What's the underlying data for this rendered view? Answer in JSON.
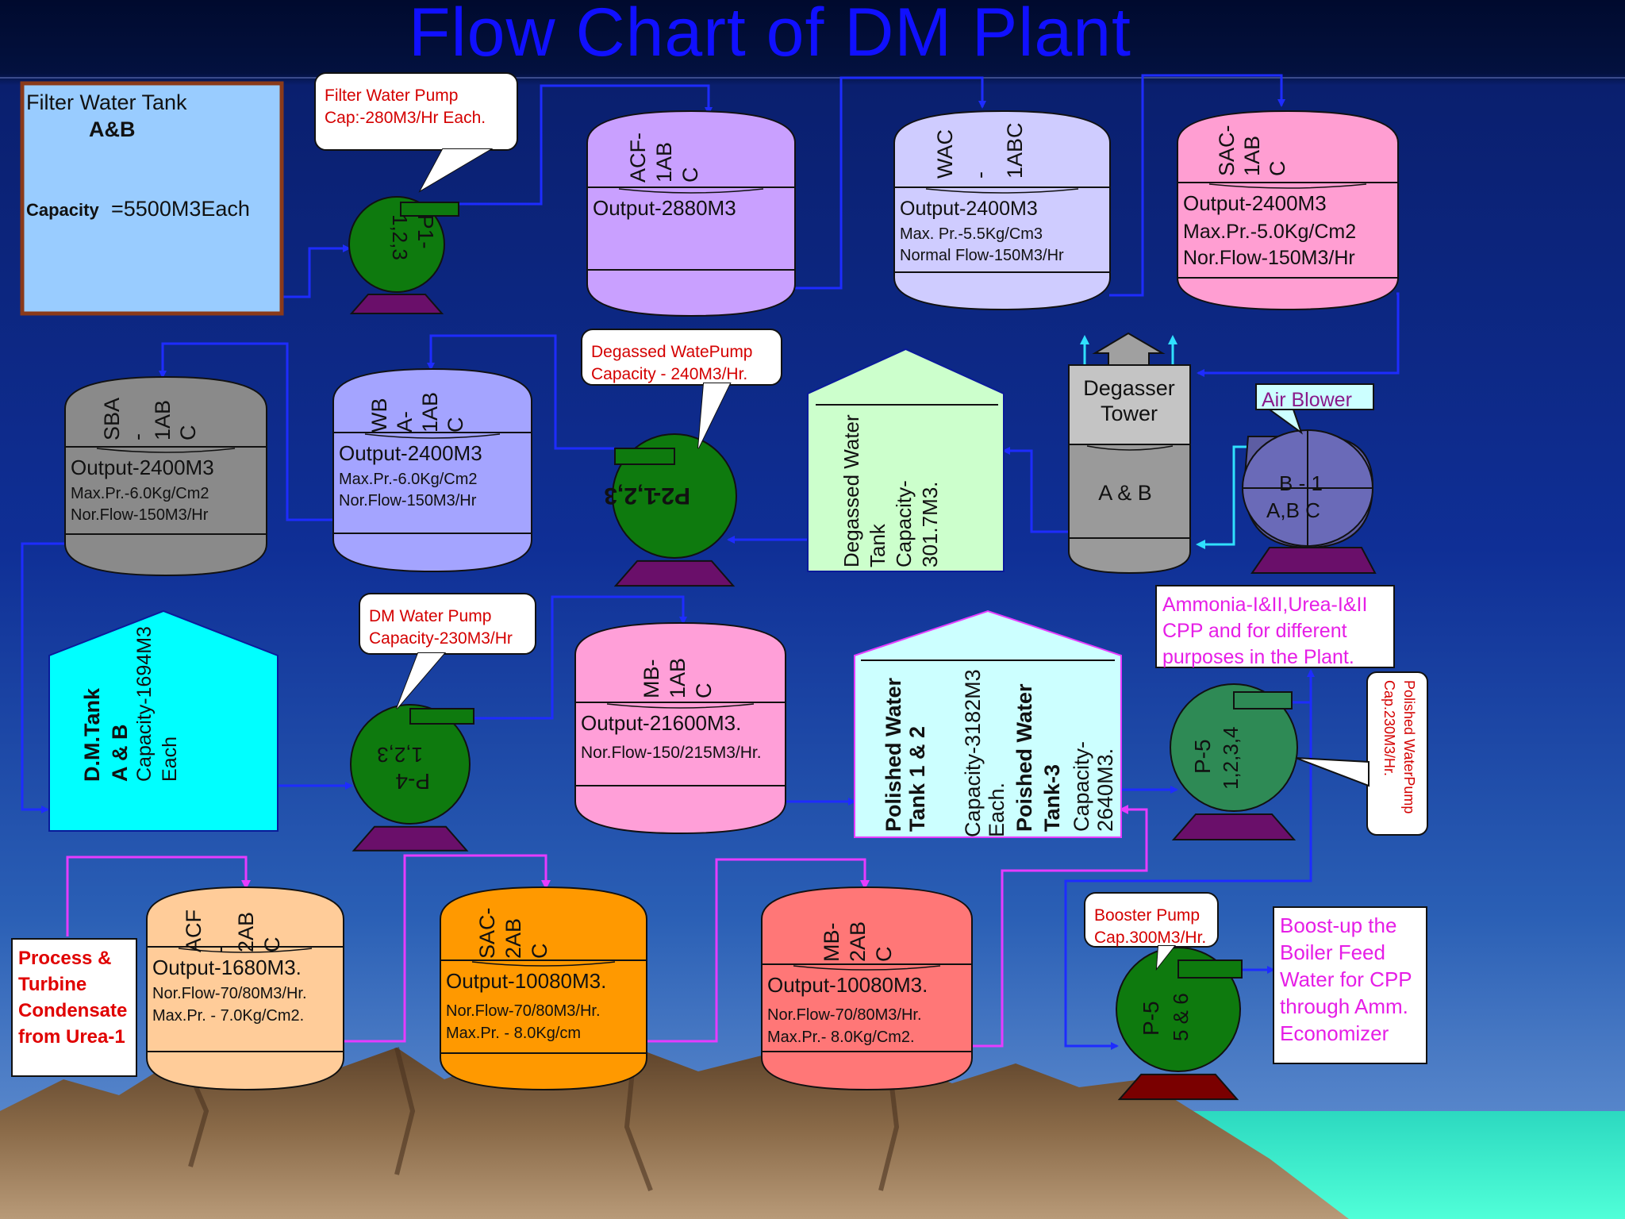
{
  "title": "Flow Chart of DM Plant",
  "colors": {
    "background_top": "#000a33",
    "background_mid": "#0d2b8a",
    "background_bottom": "#4f82c4",
    "title": "#1010ff",
    "flow_line": "#1e2cff",
    "condensate_line": "#e63cff",
    "air_line": "#30e0ff",
    "pump_body": "#0e7a0e",
    "pump_base": "#6a0f6a",
    "callout_text": "#d40000",
    "magenta_note": "#e61ee6",
    "mountain": "#7a5a3a",
    "sea": "#39f0cc"
  },
  "filter_tank": {
    "label": "Filter Water Tank",
    "sub": "A&B",
    "capacity_key": "Capacity",
    "capacity_val": "=5500M3Each",
    "icon": "rectangle-tank"
  },
  "callouts": {
    "filter_pump": [
      "Filter Water Pump",
      "Cap:-280M3/Hr Each."
    ],
    "degassed_pump": [
      "Degassed WatePump",
      "Capacity - 240M3/Hr."
    ],
    "dm_pump": [
      "DM Water Pump",
      "Capacity-230M3/Hr"
    ],
    "booster_pump": [
      "Booster Pump",
      "Cap.300M3/Hr."
    ],
    "air_blower": [
      "Air Blower"
    ],
    "polished_pump": [
      "Polished WaterPump",
      "Cap.230M3/Hr."
    ]
  },
  "pumps": {
    "p1": {
      "label": [
        "P1-",
        "1,2,3"
      ],
      "icon": "centrifugal-pump-icon"
    },
    "p2": {
      "label": [
        "P2-",
        "1,2,3"
      ],
      "icon": "centrifugal-pump-icon"
    },
    "p4": {
      "label": [
        "P-4",
        "1,2,3"
      ],
      "icon": "centrifugal-pump-icon"
    },
    "p5a": {
      "label": [
        "P-5",
        "1,2,3,4"
      ],
      "icon": "centrifugal-pump-icon"
    },
    "p5b": {
      "label": [
        "P-5",
        "5 & 6"
      ],
      "icon": "centrifugal-pump-icon"
    }
  },
  "blower": {
    "label": [
      "B - 1",
      "A,B C"
    ],
    "icon": "blower-icon"
  },
  "vessels": {
    "acf1": {
      "name": [
        "ACF-",
        "1AB",
        "C"
      ],
      "lines": [
        "Output-2880M3"
      ]
    },
    "wac": {
      "name": [
        "WAC",
        "-",
        "1ABC"
      ],
      "lines": [
        "Output-2400M3",
        "Max. Pr.-5.5Kg/Cm3",
        "Normal Flow-150M3/Hr"
      ]
    },
    "sac1": {
      "name": [
        "SAC-",
        "1AB",
        "C"
      ],
      "lines": [
        "Output-2400M3",
        "Max.Pr.-5.0Kg/Cm2",
        "Nor.Flow-150M3/Hr"
      ]
    },
    "sba": {
      "name": [
        "SBA",
        "-",
        "1AB",
        "C"
      ],
      "lines": [
        "Output-2400M3",
        "Max.Pr.-6.0Kg/Cm2",
        "Nor.Flow-150M3/Hr"
      ]
    },
    "wba": {
      "name": [
        "WB",
        "A-",
        "1AB",
        "C"
      ],
      "lines": [
        "Output-2400M3",
        "Max.Pr.-6.0Kg/Cm2",
        "Nor.Flow-150M3/Hr"
      ]
    },
    "mb1": {
      "name": [
        "MB-",
        "1AB",
        "C"
      ],
      "lines": [
        "Output-21600M3.",
        "Nor.Flow-150/215M3/Hr."
      ]
    },
    "acf2": {
      "name": [
        "ACF",
        "-",
        "2AB",
        "C"
      ],
      "lines": [
        "Output-1680M3.",
        "Nor.Flow-70/80M3/Hr.",
        "Max.Pr.  - 7.0Kg/Cm2."
      ]
    },
    "sac2": {
      "name": [
        "SAC-",
        "2AB",
        "C"
      ],
      "lines": [
        "Output-10080M3.",
        "Nor.Flow-70/80M3/Hr.",
        "Max.Pr.  - 8.0Kg/cm"
      ]
    },
    "mb2": {
      "name": [
        "MB-",
        "2AB",
        "C"
      ],
      "lines": [
        "Output-10080M3.",
        "Nor.Flow-70/80M3/Hr.",
        "Max.Pr.- 8.0Kg/Cm2."
      ]
    }
  },
  "degasser": {
    "name": [
      "Degasser",
      "Tower"
    ],
    "sub": "A & B"
  },
  "degassed_tank": {
    "lines": [
      "Degassed Water",
      "Tank",
      "Capacity-",
      "301.7M3."
    ]
  },
  "dm_tank": {
    "lines": [
      "D.M.Tank",
      "A & B",
      "Capacity-1694M3",
      "Each"
    ]
  },
  "polished_tank": {
    "lines": [
      "Polished Water",
      "Tank        1 & 2",
      "Capacity-3182M3",
      "Each.",
      "Poished Water",
      "Tank-3",
      "Capacity-",
      "2640M3."
    ]
  },
  "notes": {
    "ammonia": [
      "Ammonia-I&II,Urea-I&II",
      "CPP and for different",
      "purposes in the Plant."
    ],
    "boiler": [
      "Boost-up the",
      "Boiler Feed",
      "Water for CPP",
      "through Amm.",
      "Economizer"
    ],
    "condensate": [
      "Process &",
      "Turbine",
      "Condensate",
      "from Urea-1"
    ]
  }
}
